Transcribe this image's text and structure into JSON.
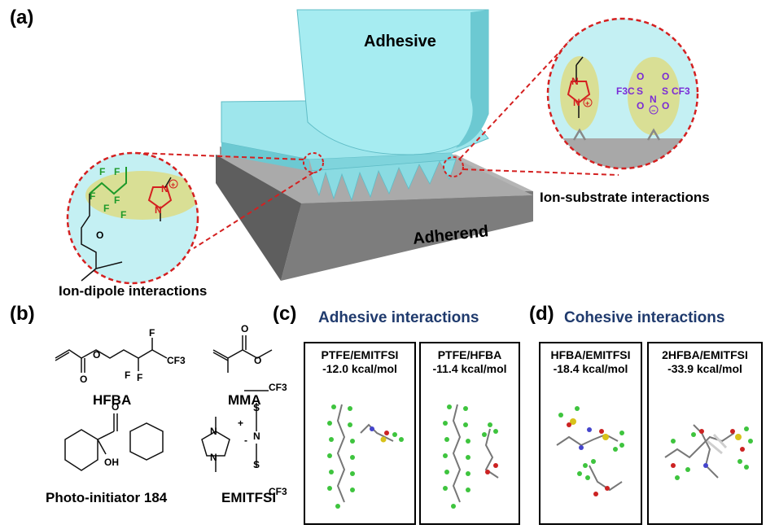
{
  "panels": {
    "a": {
      "label": "(a)",
      "adhesive_label": "Adhesive",
      "adherend_label": "Adherend",
      "ion_substrate_label": "Ion-substrate interactions",
      "ion_dipole_label": "Ion-dipole interactions",
      "anion_labels": {
        "cf3_left": "F3C",
        "s1": "S",
        "n": "N",
        "s2": "S",
        "cf3_right": "CF3",
        "o": "O",
        "minus": "−"
      },
      "cation_labels": {
        "n1": "N",
        "n2": "N",
        "plus": "+"
      },
      "fluoro_labels": {
        "f": "F"
      }
    },
    "b": {
      "label": "(b)",
      "molecules": [
        {
          "name": "HFBA"
        },
        {
          "name": "MMA"
        },
        {
          "name": "Photo-initiator 184"
        },
        {
          "name": "EMITFSI"
        }
      ],
      "atom_labels": {
        "o": "O",
        "f": "F",
        "cf3": "CF3",
        "oh": "OH",
        "n": "N",
        "s": "S",
        "plus": "+",
        "minus": "-"
      }
    },
    "c": {
      "label": "(c)",
      "title": "Adhesive interactions",
      "boxes": [
        {
          "pair": "PTFE/EMITFSI",
          "energy": "-12.0 kcal/mol"
        },
        {
          "pair": "PTFE/HFBA",
          "energy": "-11.4 kcal/mol"
        }
      ]
    },
    "d": {
      "label": "(d)",
      "title": "Cohesive interactions",
      "boxes": [
        {
          "pair": "HFBA/EMITFSI",
          "energy": "-18.4 kcal/mol"
        },
        {
          "pair": "2HFBA/EMITFSI",
          "energy": "-33.9 kcal/mol"
        }
      ]
    }
  },
  "colors": {
    "adhesive": "#8fe3ea",
    "adherend": "#8c8c8c",
    "highlight": "#d9df95",
    "dashed_red": "#d42020",
    "title_blue": "#1f3a6d",
    "fluorine_green": "#1e9a2a",
    "cation_red": "#d42020",
    "anion_purple": "#7a2bd6"
  }
}
